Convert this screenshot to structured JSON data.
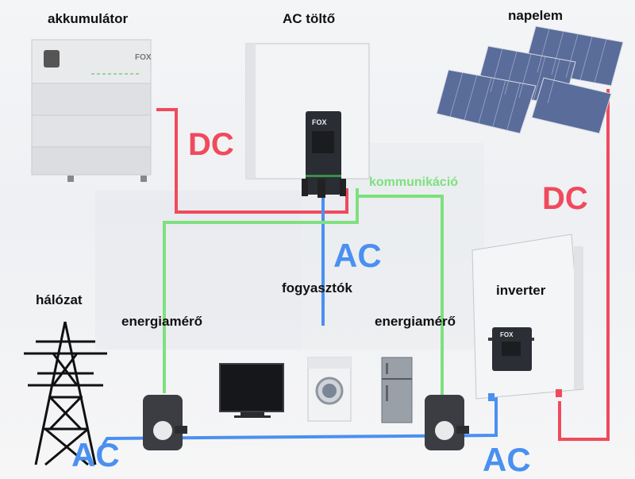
{
  "labels": {
    "battery": "akkumulátor",
    "ac_charger": "AC töltő",
    "solar_panel": "napelem",
    "grid": "hálózat",
    "meter_left": "energiamérő",
    "consumers": "fogyasztók",
    "meter_right": "energiamérő",
    "inverter": "inverter",
    "communication": "kommunikáció"
  },
  "connections": {
    "dc_left": "DC",
    "dc_right": "DC",
    "ac_center": "AC",
    "ac_bottom_left": "AC",
    "ac_bottom_right": "AC"
  },
  "brand": {
    "battery_logo": "FOX",
    "charger_logo": "FOX",
    "inverter_logo": "FOX"
  },
  "colors": {
    "dc": "#f04a5c",
    "ac": "#4a90f0",
    "communication": "#7ee07e"
  }
}
